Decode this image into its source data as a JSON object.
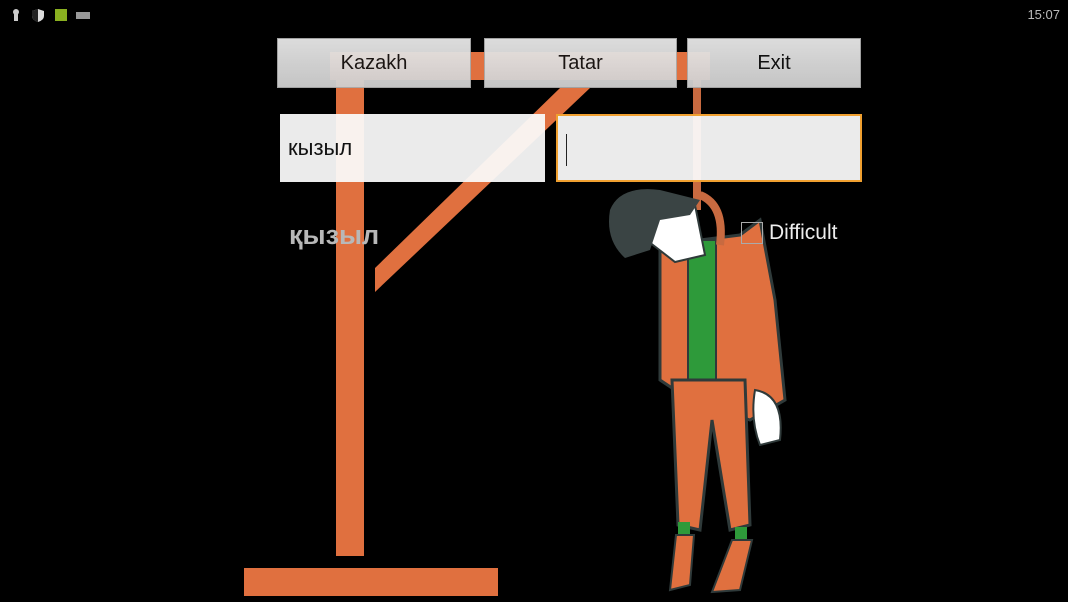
{
  "status_bar": {
    "icons": [
      "keyhole-icon",
      "shield-icon",
      "app-icon",
      "keyboard-icon"
    ],
    "time": "15:07"
  },
  "buttons": {
    "kazakh": "Kazakh",
    "tatar": "Tatar",
    "exit": "Exit"
  },
  "source_word": "кызыл",
  "answer_input": {
    "value": ""
  },
  "revealed_word": "қызыл",
  "difficult_checkbox": {
    "label": "Difficult",
    "checked": false
  },
  "colors": {
    "gallows": "#e0703f",
    "shirt": "#2e9a3a",
    "hair": "#3a4444"
  }
}
